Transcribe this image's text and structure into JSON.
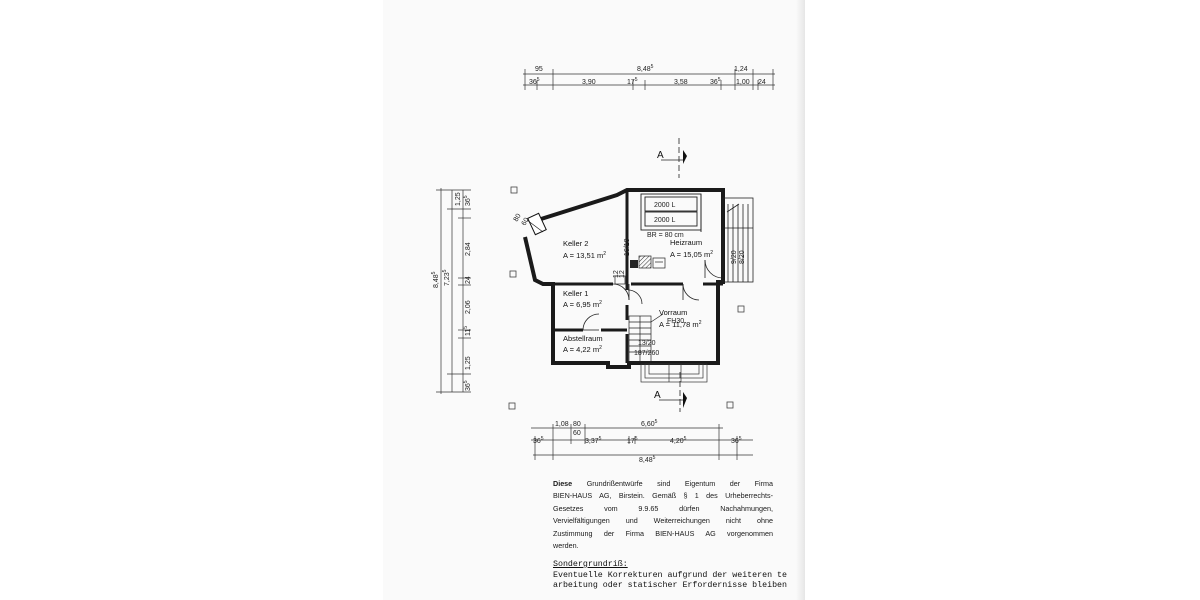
{
  "plan": {
    "section_marker": "A",
    "top_dims": {
      "overall": "8,48",
      "overall_sup": "5",
      "row1_left": "95",
      "row1_right": "1,24",
      "row2": [
        {
          "v": "36",
          "s": "5"
        },
        {
          "v": "3,90",
          "s": ""
        },
        {
          "v": "17",
          "s": "5"
        },
        {
          "v": "3,58",
          "s": ""
        },
        {
          "v": "36",
          "s": "5"
        },
        {
          "v": "1,00",
          "s": ""
        },
        {
          "v": "24",
          "s": ""
        }
      ]
    },
    "left_dims": {
      "overall": "8,48",
      "overall_sup": "5",
      "sub": "7,23",
      "sub_sup": "5",
      "segments": [
        {
          "v": "1,25",
          "s": ""
        },
        {
          "v": "36",
          "s": "5"
        },
        {
          "v": "2,84",
          "s": ""
        },
        {
          "v": "24",
          "s": ""
        },
        {
          "v": "2,06",
          "s": ""
        },
        {
          "v": "11",
          "s": "5"
        },
        {
          "v": "1,25",
          "s": ""
        },
        {
          "v": "36",
          "s": "5"
        }
      ]
    },
    "bottom_dims": {
      "row1": [
        "1,08",
        "80",
        "6,60",
        "60"
      ],
      "row1_sup_660": "5",
      "row2": [
        {
          "v": "36",
          "s": "5"
        },
        {
          "v": "3,37",
          "s": "5"
        },
        {
          "v": "17",
          "s": "5"
        },
        {
          "v": "4,20",
          "s": "5"
        },
        {
          "v": "36",
          "s": "5"
        }
      ],
      "overall": "8,48",
      "overall_sup": "5"
    },
    "rooms": [
      {
        "name": "Keller 2",
        "area": "A = 13,51 m",
        "sup": "2"
      },
      {
        "name": "Heizraum",
        "area": "A = 15,05 m",
        "sup": "2"
      },
      {
        "name": "Keller 1",
        "area": "A = 6,95 m",
        "sup": "2"
      },
      {
        "name": "Vorraum",
        "area": "A = 11,78 m",
        "sup": "2"
      },
      {
        "name": "Abstellraum",
        "area": "A = 4,22 m",
        "sup": "2"
      }
    ],
    "tanks": [
      "2000 L",
      "2000 L"
    ],
    "labels": {
      "tank_note": "BR = 80 cm",
      "chimney": "16/18",
      "small_dim": "12",
      "small_dim2": "12",
      "fire_door": "FH30",
      "window_dim": "80",
      "window_dim2": "60",
      "stair_dim": "13/20",
      "stair_dim2": "187/260",
      "side_dim": "9/20",
      "side_dim2": "8/20"
    }
  },
  "notice": {
    "lines": [
      {
        "bold": "Diese",
        "rest": " Grundrißentwürfe sind Eigentum der Firma"
      },
      {
        "bold": "",
        "rest": "BIEN-HAUS AG, Birstein. Gemäß § 1 des Urheberrechts-"
      },
      {
        "bold": "",
        "rest": "Gesetzes vom 9.9.65 dürfen Nachahmungen,"
      },
      {
        "bold": "",
        "rest": "Vervielfältigungen und Weiterreichungen nicht ohne"
      },
      {
        "bold": "",
        "rest": "Zustimmung der Firma BIEN-HAUS AG vorgenommen"
      },
      {
        "bold": "",
        "rest": "werden."
      }
    ]
  },
  "special": {
    "title": "Sondergrundriß:",
    "line1": "Eventuelle Korrekturen aufgrund der weiteren te",
    "line2": "arbeitung oder statischer Erfordernisse bleiben"
  }
}
